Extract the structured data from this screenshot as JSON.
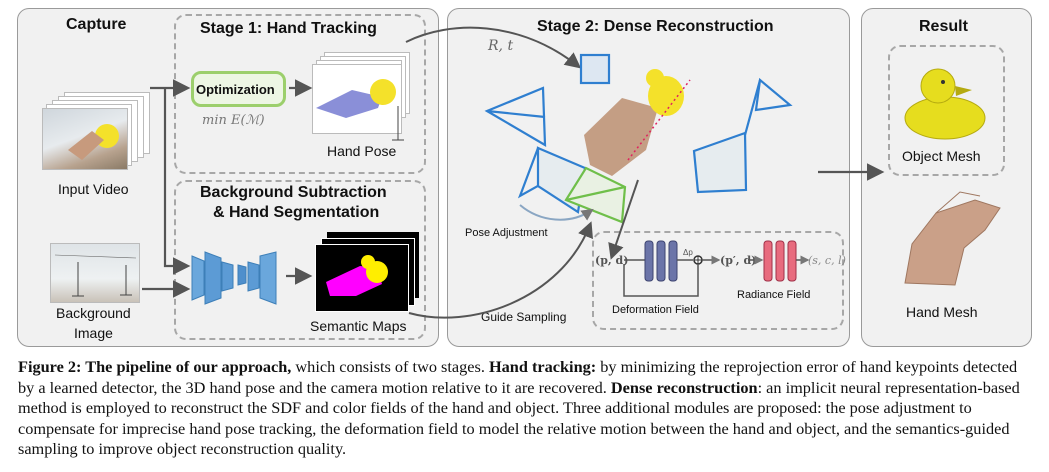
{
  "panels": {
    "capture": {
      "title": "Capture",
      "input_video_label": "Input Video",
      "background_image_label_1": "Background",
      "background_image_label_2": "Image"
    },
    "stage1": {
      "title": "Stage 1: Hand Tracking",
      "optimization_label": "Optimization",
      "objective": "min E(ℳ)",
      "hand_pose_label": "Hand Pose",
      "bg_title_1": "Background Subtraction",
      "bg_title_2": "& Hand Segmentation",
      "semantic_maps_label": "Semantic Maps"
    },
    "stage2": {
      "title": "Stage 2: Dense Reconstruction",
      "rt_label": "R, t",
      "pose_adjustment_label": "Pose Adjustment",
      "guide_sampling_label": "Guide Sampling",
      "input_pd": "(p, d)",
      "delta_p": "Δp",
      "output_pd": "(p′, d)",
      "output_scl": "(s, c, l)",
      "deformation_field_label": "Deformation Field",
      "radiance_field_label": "Radiance Field"
    },
    "result": {
      "title": "Result",
      "object_mesh_label": "Object Mesh",
      "hand_mesh_label": "Hand Mesh"
    }
  },
  "caption": {
    "figure_label": "Figure 2: The pipeline of our approach,",
    "intro": " which consists of two stages. ",
    "hand_tracking_label": "Hand tracking:",
    "hand_tracking_text": " by minimizing the reprojection error of hand keypoints detected by a learned detector, the 3D hand pose and the camera motion relative to it are recovered. ",
    "dense_label": "Dense reconstruction",
    "dense_text": ": an implicit neural representation-based method is employed to reconstruct the SDF and color fields of the hand and object. Three additional modules are proposed: the pose adjustment to compensate for imprecise hand pose tracking, the deformation field to model the relative motion between the hand and object, and the semantics-guided sampling to improve object reconstruction quality."
  },
  "colors": {
    "panel_bg": "#f1f1f1",
    "optimization_green": "#9ccf6c",
    "camera_blue": "#2f7fd0",
    "camera_green": "#6fbf4a",
    "deform_mlp": "#6b74a8",
    "radiance_mlp": "#e86b7e",
    "magenta_mask": "#ff00ff",
    "yellow_mask": "#ffee00"
  }
}
